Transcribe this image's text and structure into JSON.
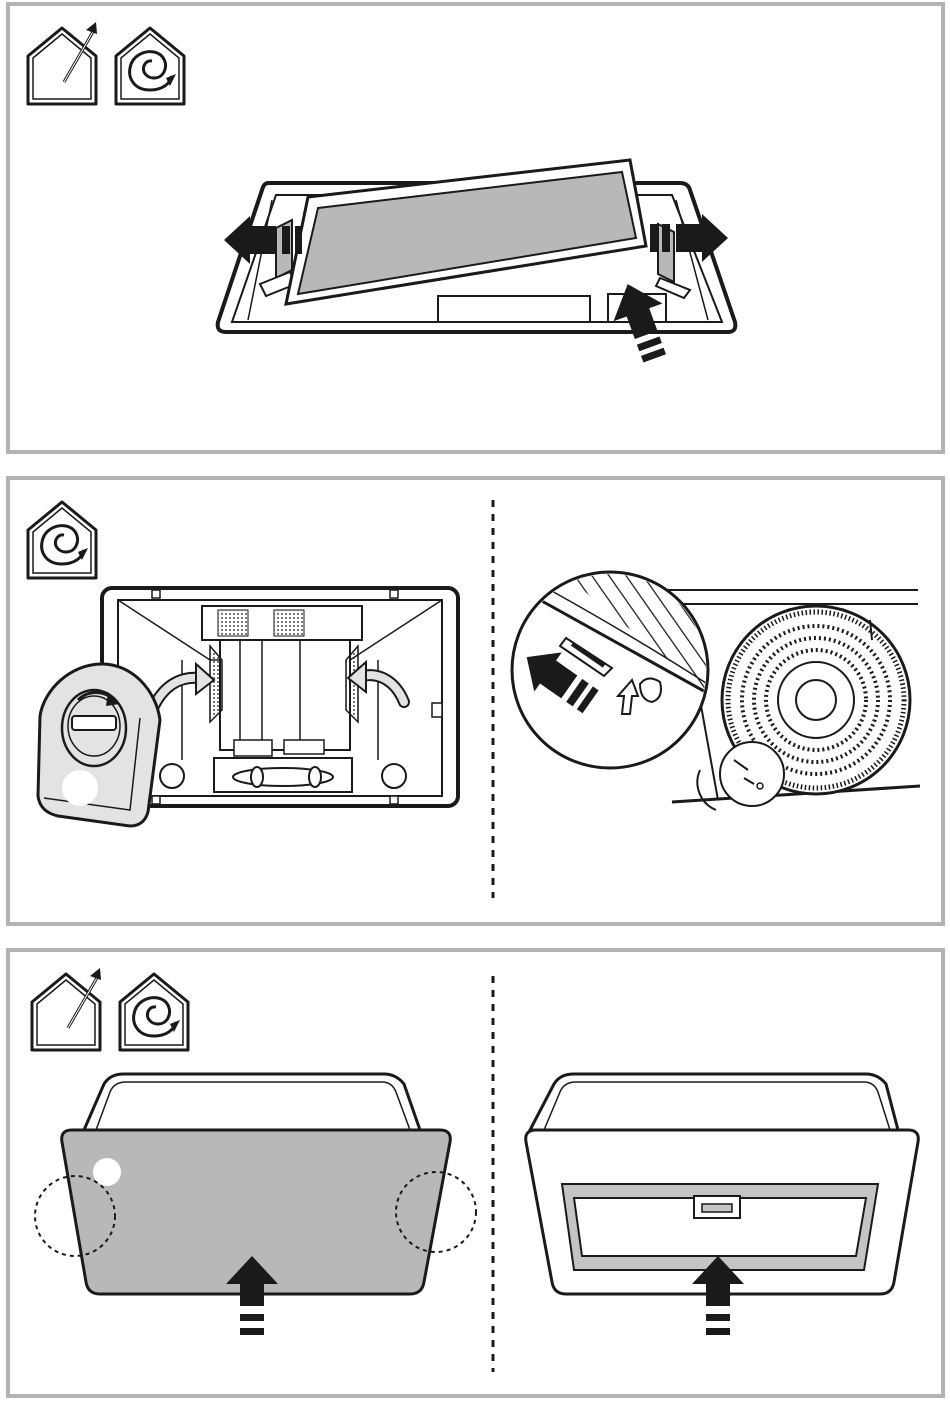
{
  "colors": {
    "frame": "#b3b3b3",
    "ink": "#1a1a1a",
    "filter_fill": "#b8b8b8",
    "light_fill": "#e3e3e3",
    "white": "#ffffff"
  },
  "panels": [
    {
      "id": "panel-1",
      "icons": [
        "ducted-house-icon",
        "recirculation-house-icon"
      ],
      "content": "grease-filter-removal"
    },
    {
      "id": "panel-2",
      "icons": [
        "recirculation-house-icon"
      ],
      "content": [
        "carbon-filter-twist-on-blower",
        "carbon-filter-clip-detail"
      ]
    },
    {
      "id": "panel-3",
      "icons": [
        "ducted-house-icon",
        "recirculation-house-icon"
      ],
      "content": [
        "front-panel-push-up",
        "filter-frame-push-up"
      ]
    }
  ]
}
